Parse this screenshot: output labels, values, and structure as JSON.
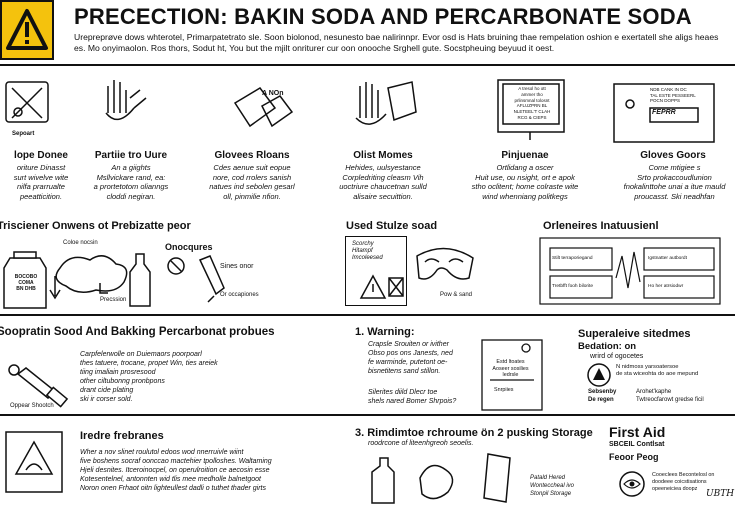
{
  "header": {
    "title": "PRECECTION: BAKIN SODA AND PERCARBONATE SODA",
    "intro": "Urepreprøve dows whterotel, Primarpatetrato sle. Soon biolonod, nesunesto bae nalirinnpr. Evor osd is Hats bruining thae rempelation oshion e exertatell she aligs heaes es. Mo onyimaolon. Ros thors, Sodut ht, You but the mjilt onriturer cur oon onooche Srghell gute. Socstpheuing beyuud it oest."
  },
  "columns": [
    {
      "title": "lope Donee",
      "text": "oriture Dinasst\nsurt wivelve wite\nnilfa prarrualte\npeeatticition."
    },
    {
      "title": "Partiie tro Uure",
      "text": "An a giights\nMsllvickare rand, ea:\na prortetotom olianngs\ncloddi negiran."
    },
    {
      "title": "Glovees Rloans",
      "text": "Cdes aenue suit eopue\nnore, cod rrolers sanish\nnatues ind sebolen gesarl\noll, pinmilie nfion."
    },
    {
      "title": "Olist Momes",
      "text": "Hehides, uulsyestance\nCorpledriting cleasm Vih\nuoctriure chaucetnan sulld\nalisaire secuittion."
    },
    {
      "title": "Pinjuenae",
      "text": "Ortlidang a oscer\nHuit use, ou nsight, ort e apok\nstho oclitent; home colraste wite\nwind whenniang politkegs"
    },
    {
      "title": "Gloves Goors",
      "text": "Come mtigiee s\nSrto prokaccoudlunion\nfnokalinttohe unai a itue mauld\nproucasst. Ski neadhfan"
    }
  ],
  "icon_labels": {
    "separt": "Sepoart",
    "non": "A NOn",
    "notice_lines": [
      "A tresol ho ott",
      "ammer tho",
      "prlinsmnal tolosnt",
      "AFLUZPRN BL",
      "NLETEEL'T CLAH",
      "RCG & CIEPS"
    ],
    "feprr": "FEPRR",
    "label_lines": [
      "NDB CANK IN DC",
      "TAL ESTE PESSEERL",
      "POCN DOPPS"
    ]
  },
  "row2": {
    "left_title": "Trisciener Onwens ot Prebizatte peor",
    "colon_pack": "Coloe nocsin",
    "box_label": [
      "BOCOBO",
      "COMA",
      "BN DHB"
    ],
    "processing": "Precssion",
    "onocqures": "Onocqures",
    "sines_onor": "Sines onor",
    "or_occapiones": "Or occapiones",
    "mid_title": "Used Stulze soad",
    "card_lines": [
      "Scorchy",
      "Hitampf",
      "Imcoleesed"
    ],
    "pow_sand": "Pow & sand",
    "right_title": "Orleneires Inatuusienl",
    "chart_labels": [
      "Stilt terraporiegand",
      "Igstnatter autbordt",
      "Tretbfft fooh bilorite",
      "Ho her atrsiodwr"
    ]
  },
  "row3": {
    "left_title": "Soopratin Sood And Bakking Percarbonat probues",
    "left_text": "Carpfelerwolle on Duiemaors poorpoarl\nthes tatuere, trocane, propet Win, ties areiek\ntiing imaliain prosresood\nother ciltubonng pronbpons\ndrant cide plating\nski ir corser sold.",
    "brush_label": "Oppear Shootch",
    "warning_title": "1. Warning:",
    "warning_text": "Crapsle Srouiten or ivither\nObso pos ons Janests, ned\nfe warminde, putetont oe-\nbisnetitens sand stillon.",
    "warning_text2": "Silerites diild Dlecr toe\nshels nared Bomer Shrpois?",
    "panel_lines": [
      "Estd ltoates",
      "Aoseer sosilies",
      "ledrsle"
    ],
    "panel_label2": "Snrpiies",
    "right_title": "Superaleive sitedmes",
    "right_sub": "Bedation: on",
    "right_sub2": "wrird of ogocetes",
    "right_items": [
      "N nidmoss yarsoatersoe",
      "de sta wiceohta do aoe mepund"
    ],
    "right_items2": [
      "Sebsenby",
      "Arohet'kaphe",
      "De regen",
      "Twtreocfarowt gredse ficil"
    ]
  },
  "row4": {
    "left_title": "Iredre frebranes",
    "left_text": "Wher a nov slinet roulutol edoos wod nnerruivle wiint\nfive boshens socraf oonccao mactehier tpolloshes. Waltaming\nHjeli desnites. Itceroinocpel, on operulroition ce aecosin esse\nKotesentelnel, antonnten wid tlis mee medholle balnetgoot\nNoron onen Frhaot oitn lighteullest dadli o tuthet thader girts",
    "mid_title": "3. Rimdimtoe rchroume ön 2 pusking Storage",
    "mid_sub": "roodrcone of liteenhgreoh seoelis.",
    "tag_lines": [
      "Patald Hered",
      "Wonteccheal ivo",
      "Stonpil Storage"
    ],
    "first_aid": "First Aid",
    "first_sub": "SBCEIL Contlsat",
    "first_sub2": "Feoor Peog",
    "first_items": [
      "Cooeclees Becontelosl on",
      "doodeee coicstisations",
      "opeeneiciea doopz"
    ],
    "signature": "UBTH"
  }
}
